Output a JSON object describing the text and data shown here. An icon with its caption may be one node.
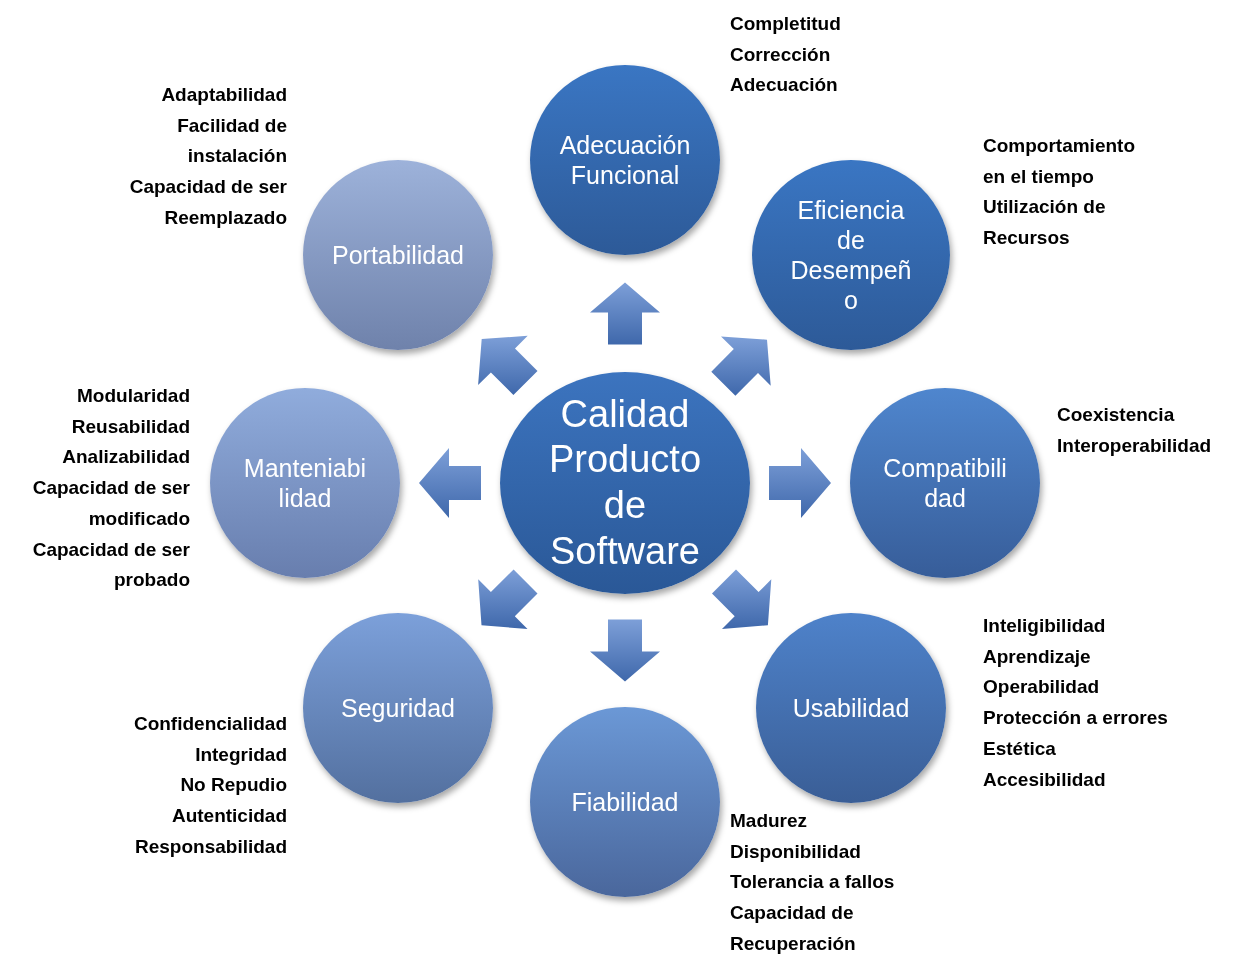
{
  "diagram": {
    "nodes": [
      {
        "text": [
          "Calidad Producto de Software"
        ]
      },
      {
        "text": [
          "Adecuación Funcional"
        ],
        "beside": [
          "Completitud",
          "Corrección",
          "Adecuación"
        ]
      },
      {
        "text": [
          "Eficiencia de Desempeño"
        ],
        "beside": [
          "Comportamiento en el tiempo",
          "Utilización de Recursos"
        ]
      },
      {
        "text": [
          "Compatibilidad"
        ],
        "beside": [
          "Coexistencia",
          "Interoperabilidad"
        ]
      },
      {
        "text": [
          "Usabilidad"
        ],
        "beside": [
          "Inteligibilidad",
          "Aprendizaje",
          "Operabilidad",
          "Protección a errores",
          "Estética",
          "Accesibilidad"
        ]
      },
      {
        "text": [
          "Fiabilidad"
        ],
        "beside": [
          "Madurez",
          "Disponibilidad",
          "Tolerancia a fallos",
          "Capacidad de Recuperación"
        ]
      },
      {
        "text": [
          "Seguridad"
        ],
        "beside": [
          "Confidencialidad",
          "Integridad",
          "No Repudio",
          "Autenticidad",
          "Responsabilidad"
        ]
      },
      {
        "text": [
          "Manteniabilidad"
        ],
        "beside": [
          "Modularidad",
          "Reusabilidad",
          "Analizabilidad",
          "Capacidad de ser modificado",
          "Capacidad de ser probado"
        ]
      },
      {
        "text": [
          "Portabilidad"
        ],
        "beside": [
          "Adaptabilidad",
          "Facilidad de instalación",
          "Capacidad de ser Reemplazado"
        ]
      }
    ],
    "edges": [
      {
        "from": 0,
        "to": 1,
        "arrow": "to"
      },
      {
        "from": 0,
        "to": 2,
        "arrow": "to"
      },
      {
        "from": 0,
        "to": 3,
        "arrow": "to"
      },
      {
        "from": 0,
        "to": 4,
        "arrow": "to"
      },
      {
        "from": 0,
        "to": 5,
        "arrow": "to"
      },
      {
        "from": 0,
        "to": 6,
        "arrow": "to"
      },
      {
        "from": 0,
        "to": 7,
        "arrow": "to"
      },
      {
        "from": 0,
        "to": 8,
        "arrow": "to"
      }
    ]
  }
}
